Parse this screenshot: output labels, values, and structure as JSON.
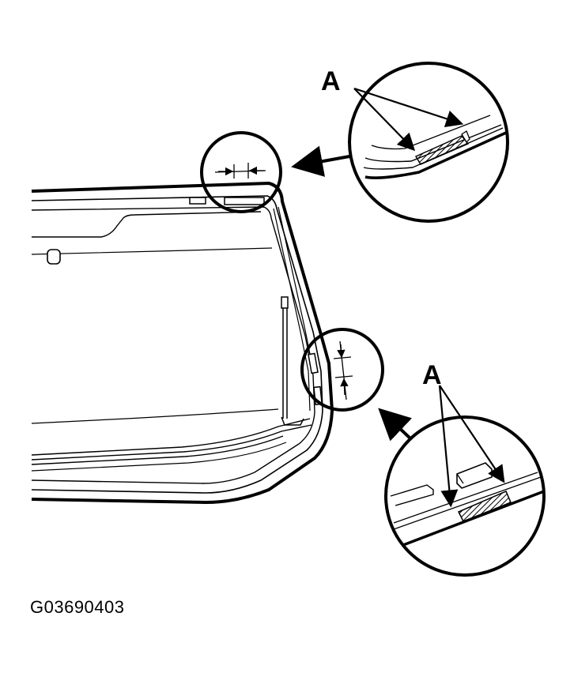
{
  "callouts": {
    "upper_label": "A",
    "lower_label": "A"
  },
  "figure_id": "G03690403",
  "colors": {
    "ink": "#000000",
    "paper": "#ffffff"
  }
}
